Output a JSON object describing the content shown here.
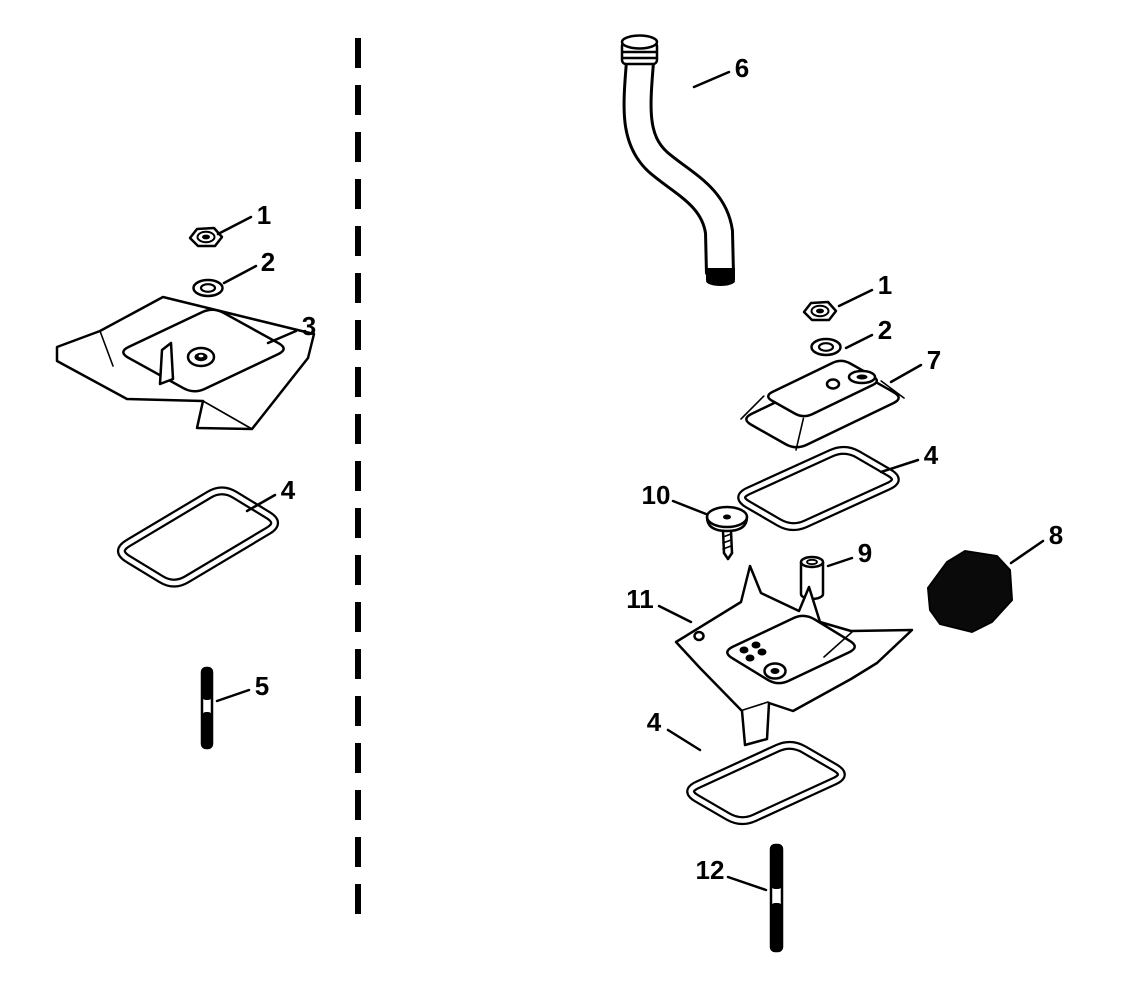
{
  "diagram": {
    "type": "exploded-parts-diagram",
    "background_color": "#ffffff",
    "line_color": "#000000",
    "divider": {
      "style": "vertical-dashed"
    },
    "callouts": [
      {
        "label": "1",
        "part": "hex-nut",
        "assembly": "left"
      },
      {
        "label": "2",
        "part": "washer",
        "assembly": "left"
      },
      {
        "label": "3",
        "part": "cover-plate",
        "assembly": "left"
      },
      {
        "label": "4",
        "part": "gasket",
        "assembly": "left"
      },
      {
        "label": "5",
        "part": "stud",
        "assembly": "left"
      },
      {
        "label": "6",
        "part": "elbow-tube",
        "assembly": "right"
      },
      {
        "label": "1",
        "part": "hex-nut",
        "assembly": "right"
      },
      {
        "label": "2",
        "part": "washer",
        "assembly": "right"
      },
      {
        "label": "7",
        "part": "cover",
        "assembly": "right"
      },
      {
        "label": "4",
        "part": "gasket-upper",
        "assembly": "right"
      },
      {
        "label": "10",
        "part": "screw",
        "assembly": "right"
      },
      {
        "label": "9",
        "part": "spacer",
        "assembly": "right"
      },
      {
        "label": "8",
        "part": "filter-block",
        "assembly": "right"
      },
      {
        "label": "11",
        "part": "bracket-plate",
        "assembly": "right"
      },
      {
        "label": "4",
        "part": "gasket-lower",
        "assembly": "right"
      },
      {
        "label": "12",
        "part": "stud",
        "assembly": "right"
      }
    ]
  }
}
